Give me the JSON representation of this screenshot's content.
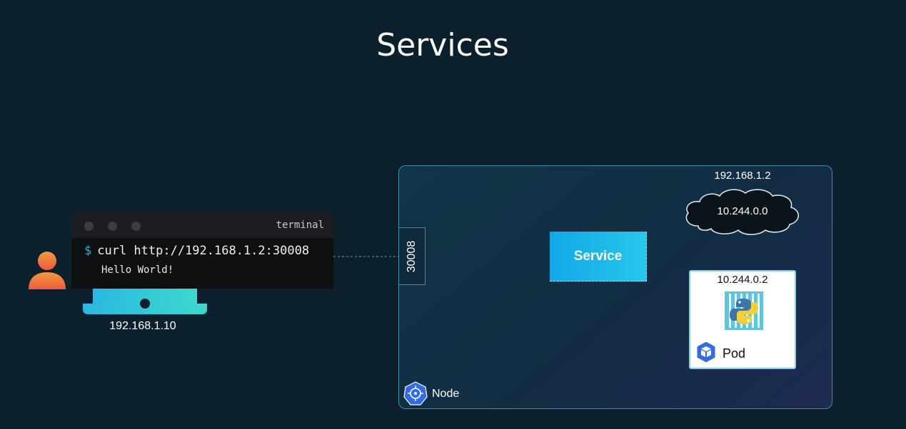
{
  "title": "Services",
  "client": {
    "ip": "192.168.1.10",
    "icons": [
      "user-icon",
      "laptop-icon"
    ]
  },
  "terminal": {
    "title": "terminal",
    "prompt": "$",
    "command": "curl http://192.168.1.2:30008",
    "output": "Hello World!"
  },
  "node": {
    "label": "Node",
    "ip": "192.168.1.2",
    "node_port": "30008",
    "network": "10.244.0.0",
    "service_label": "Service",
    "pod": {
      "ip": "10.244.0.2",
      "label": "Pod",
      "image_icon": "python-icon"
    }
  },
  "colors": {
    "background": "#0c1f2c",
    "accent": "#12a8e8",
    "node_border": "#3f8ea8",
    "person": "#f07a3c",
    "laptop": "#2ec4dc",
    "k8s_blue": "#326ce5"
  }
}
